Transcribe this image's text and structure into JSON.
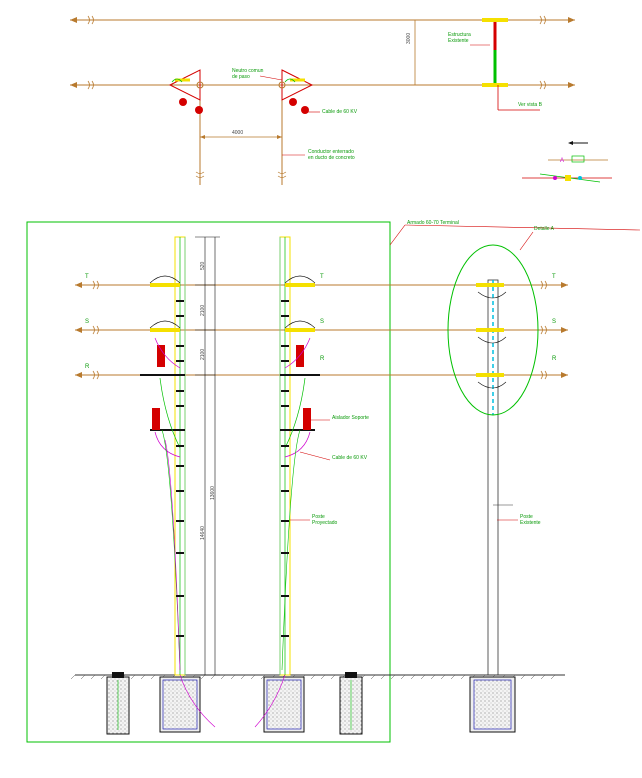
{
  "plan": {
    "dim_vertical": "3000",
    "dim_horizontal": "4000",
    "label_structure": "Estructura\nExistente",
    "label_neutral": "Neutro comun\nde paso",
    "label_cable": "Cable de 60 KV",
    "label_conductor": "Conductor enterrado\nen ducto de concreto",
    "label_view": "Ver vista B"
  },
  "elevation": {
    "label_armado": "Armado 60-70 Terminal",
    "label_detalle": "Detalle A",
    "label_aislador": "Aislador Soporte",
    "label_cable": "Cable de 60 KV",
    "label_poste_proyectado": "Poste\nProyectado",
    "label_poste_existente": "Poste\nExistente",
    "dims": [
      "520",
      "2100",
      "2100",
      "13600",
      "14640"
    ]
  },
  "phases": {
    "t": "T",
    "s": "S",
    "r": "R"
  },
  "colors": {
    "line": "#b87a2e",
    "green": "#00c000",
    "red": "#d40000",
    "yellow": "#f5e000",
    "cyan": "#00bfe0",
    "magenta": "#d000d0",
    "black": "#111111"
  }
}
